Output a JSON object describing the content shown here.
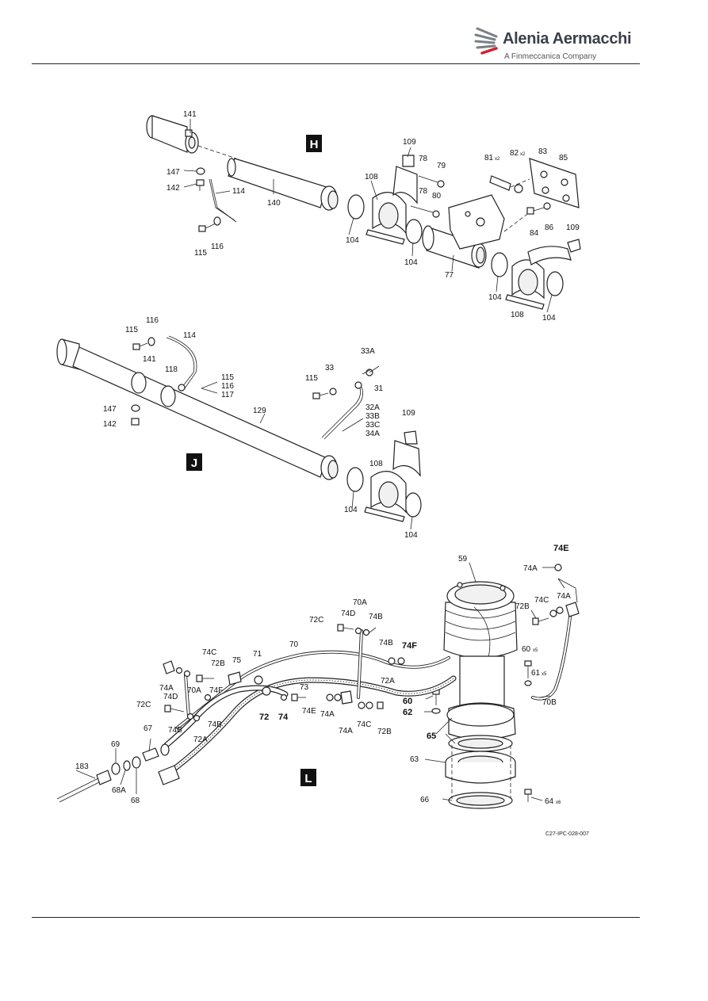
{
  "header": {
    "brand": "Alenia Aermacchi",
    "subtitle": "A Finmeccanica Company"
  },
  "figure": {
    "ref_code": "C27-IPC-028-007",
    "views": {
      "H": "H",
      "J": "J",
      "L": "L"
    },
    "callouts_h": {
      "c141": "141",
      "c147": "147",
      "c142": "142",
      "c114": "114",
      "c140": "140",
      "c115": "115",
      "c116": "116",
      "c104a": "104",
      "c104b": "104",
      "c104c": "104",
      "c104d": "104",
      "c108a": "108",
      "c108b": "108",
      "c109a": "109",
      "c109b": "109",
      "c78a": "78",
      "c78b": "78",
      "c79": "79",
      "c80": "80",
      "c77": "77",
      "c81": "81",
      "c81q": "x2",
      "c82": "82",
      "c82q": "x2",
      "c83": "83",
      "c85": "85",
      "c84": "84",
      "c86": "86"
    },
    "callouts_j": {
      "c115a": "115",
      "c116a": "116",
      "c114": "114",
      "c141": "141",
      "c118": "118",
      "c115b": "115",
      "c116b": "116",
      "c117": "117",
      "c129": "129",
      "c147": "147",
      "c142": "142",
      "c33A": "33A",
      "c33": "33",
      "c115c": "115",
      "c31": "31",
      "c32A": "32A",
      "c33B": "33B",
      "c33C": "33C",
      "c34A": "34A",
      "c109": "109",
      "c108": "108",
      "c104a": "104",
      "c104b": "104"
    },
    "callouts_l": {
      "c59": "59",
      "c74E_top": "74E",
      "c74A_top1": "74A",
      "c74C_top": "74C",
      "c74A_top2": "74A",
      "c72B_top": "72B",
      "c60": "60",
      "c60q": "x5",
      "c61": "61",
      "c61q": "x5",
      "c70B": "70B",
      "c70A_top": "70A",
      "c74D_top": "74D",
      "c74B_top1": "74B",
      "c72C_top": "72C",
      "c70": "70",
      "c74B_top2": "74B",
      "c74F_top": "74F",
      "c72A_mid": "72A",
      "c60b": "60",
      "c62": "62",
      "c65": "65",
      "c63": "63",
      "c64": "64",
      "c64q": "x6",
      "c66": "66",
      "c74C_l": "74C",
      "c72B_l": "72B",
      "c71": "71",
      "c75": "75",
      "c74A_l": "74A",
      "c74D_l": "74D",
      "c70A_l": "70A",
      "c74F_l": "74F",
      "c72C_l": "72C",
      "c74B_l": "74B",
      "c74B_l2": "74B",
      "c72A_l": "72A",
      "c72": "72",
      "c74": "74",
      "c73": "73",
      "c74E_m": "74E",
      "c74A_m": "74A",
      "c74A_m2": "74A",
      "c74C_m": "74C",
      "c72B_m": "72B",
      "c67": "67",
      "c69": "69",
      "c183": "183",
      "c68A": "68A",
      "c68": "68"
    }
  }
}
